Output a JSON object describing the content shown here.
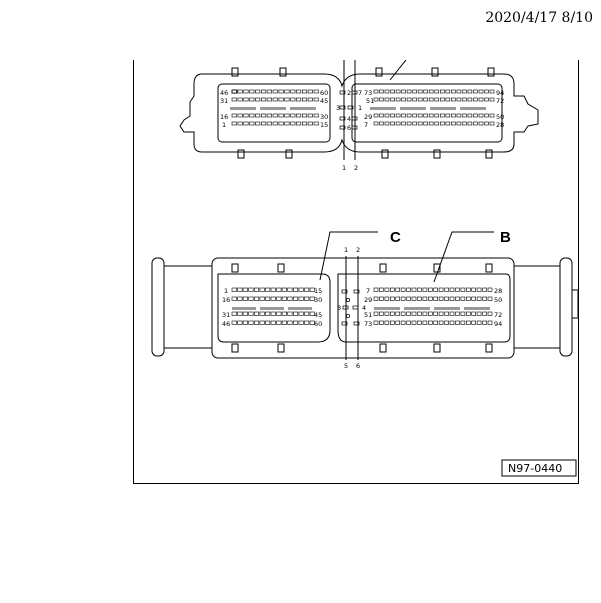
{
  "timestamp": "2020/4/17 8/10",
  "figure_id": "N97-0440",
  "callouts": {
    "c": "C",
    "b": "B"
  },
  "top_connector": {
    "left_block": {
      "n46": "46",
      "n60": "60",
      "n31": "31",
      "n45": "45",
      "n16": "16",
      "n30": "30",
      "n1": "1",
      "n15": "15"
    },
    "center": {
      "n2": "2",
      "n3": "3",
      "n1": "1",
      "n4": "4",
      "n6": "6",
      "n7": "7",
      "label1": "1",
      "label2": "2"
    },
    "right_block": {
      "n73": "73",
      "n94": "94",
      "n51": "51",
      "n72": "72",
      "n29": "29",
      "n50": "50",
      "n7": "7",
      "n28": "28"
    }
  },
  "bottom_connector": {
    "left_block": {
      "n1": "1",
      "n15": "15",
      "n16": "16",
      "n30": "30",
      "n31": "31",
      "n45": "45",
      "n46": "46",
      "n60": "60"
    },
    "center": {
      "n1": "1",
      "n2": "2",
      "n3": "3",
      "n4": "4",
      "n5": "5",
      "n6": "6",
      "label5": "5",
      "label6": "6"
    },
    "right_block": {
      "n7": "7",
      "n28": "28",
      "n29": "29",
      "n50": "50",
      "n51": "51",
      "n72": "72",
      "n73": "73",
      "n94": "94"
    }
  }
}
